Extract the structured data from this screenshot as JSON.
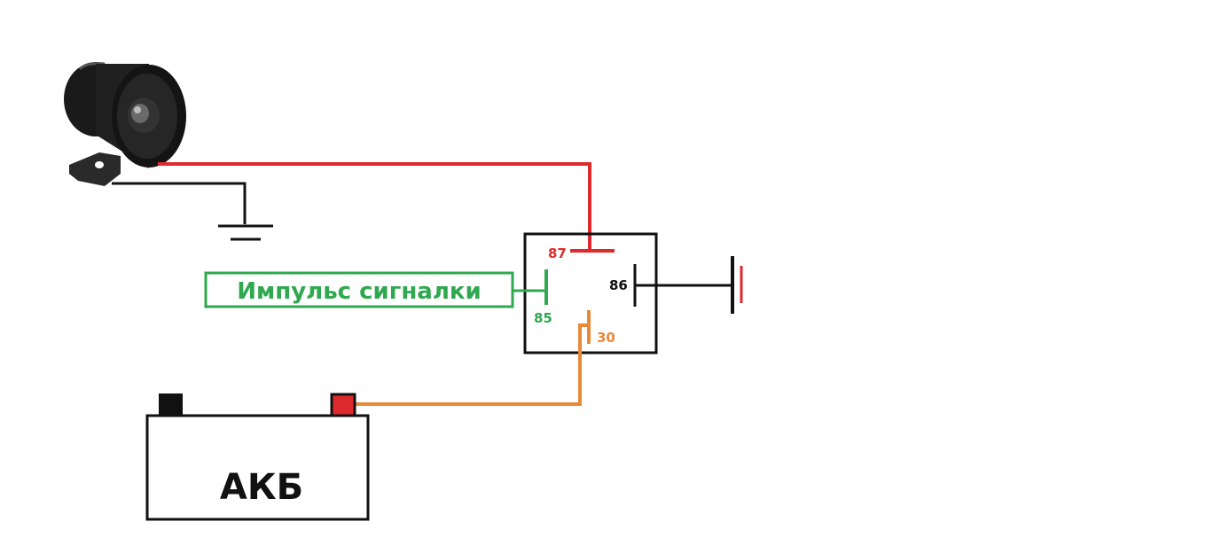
{
  "signal_label": "Импульс сигналки",
  "battery_label": "АКБ",
  "relay": {
    "pins": {
      "p87": "87",
      "p86": "86",
      "p85": "85",
      "p30": "30"
    }
  },
  "colors": {
    "red": "#dd2a2e",
    "green": "#2fa84f",
    "orange": "#e8893a",
    "black": "#111111",
    "siren_body": "#1c1c1c"
  },
  "icons": {
    "siren": "siren-icon",
    "ground": "ground-icon"
  }
}
